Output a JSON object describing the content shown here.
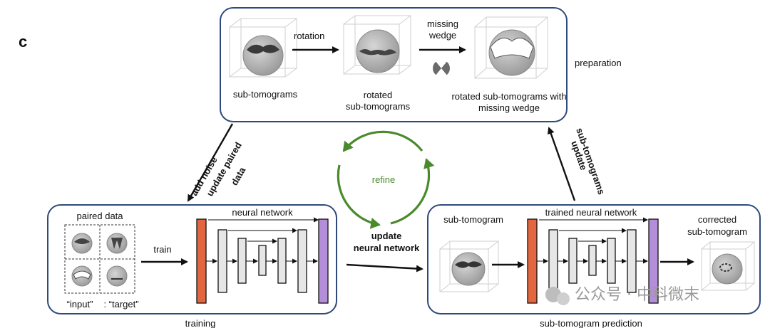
{
  "figure": {
    "panel_letter": "c",
    "preparation": {
      "label": "preparation",
      "subtomograms": "sub-tomograms",
      "rotation": "rotation",
      "rotated_line1": "rotated",
      "rotated_line2": "sub-tomograms",
      "missing_line1": "missing",
      "missing_line2": "wedge",
      "rotated_mw_line1": "rotated sub-tomograms with",
      "rotated_mw_line2": "missing wedge"
    },
    "left_arrow": {
      "add_noise": "add noise",
      "update_paired_line1": "update paired",
      "update_paired_line2": "data"
    },
    "right_arrow": {
      "update_line1": "update",
      "update_line2": "sub-tomograms"
    },
    "cycle": {
      "label": "refine",
      "color": "#4a8a2c"
    },
    "training": {
      "label": "training",
      "paired_data": "paired data",
      "train": "train",
      "neural_network": "neural network",
      "input": "“input”",
      "target": ": “target”"
    },
    "update_nn": {
      "line1": "update",
      "line2": "neural network"
    },
    "prediction": {
      "label": "sub-tomogram prediction",
      "sub_tomogram": "sub-tomogram",
      "trained_nn": "trained neural network",
      "corrected_line1": "corrected",
      "corrected_line2": "sub-tomogram"
    },
    "watermark": "公众号 · 中科微末",
    "colors": {
      "panel_border": "#2f4a7a",
      "input_layer": "#e2673f",
      "output_layer": "#b48ed8",
      "hidden_layer": "#e6e6e6"
    }
  }
}
